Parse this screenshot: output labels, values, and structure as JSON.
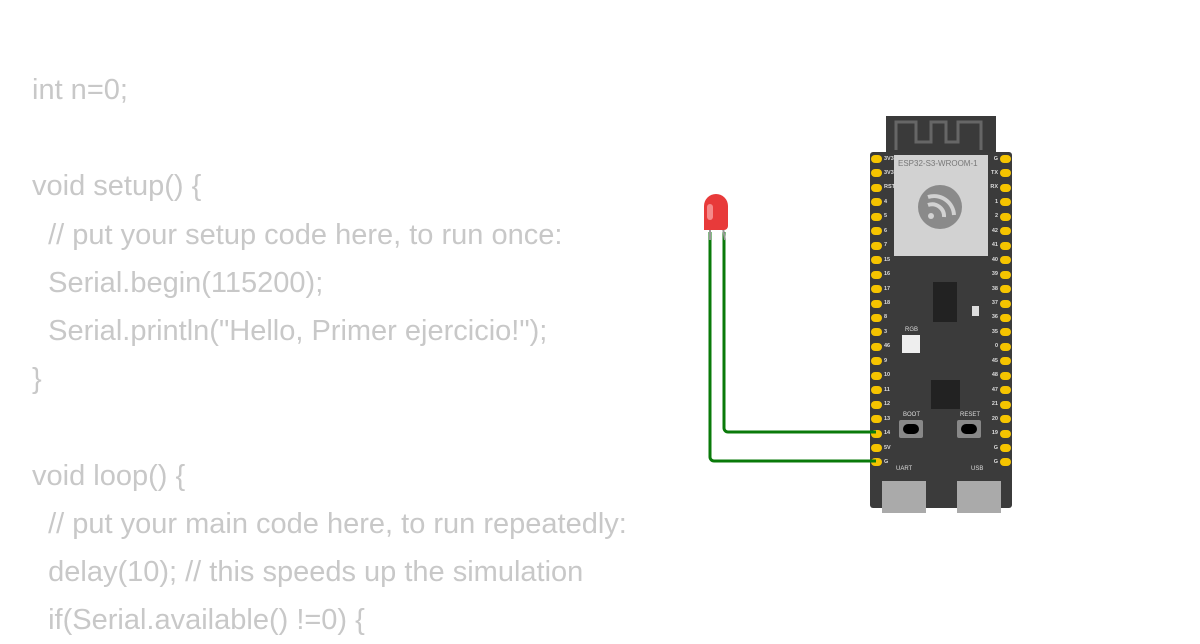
{
  "code": [
    "int n=0;",
    "",
    "void setup() {",
    "  // put your setup code here, to run once:",
    "  Serial.begin(115200);",
    "  Serial.println(\"Hello, Primer ejercicio!\");",
    "}",
    "",
    "void loop() {",
    "  // put your main code here, to run repeatedly:",
    "  delay(10); // this speeds up the simulation",
    "  if(Serial.available() !=0) {"
  ],
  "board": {
    "module_label": "ESP32-S3-WROOM-1",
    "logo": "espressif-icon",
    "left_pins": [
      "3V3",
      "3V3",
      "RST",
      "4",
      "5",
      "6",
      "7",
      "15",
      "16",
      "17",
      "18",
      "8",
      "3",
      "46",
      "9",
      "10",
      "11",
      "12",
      "13",
      "14",
      "5V",
      "G"
    ],
    "right_pins": [
      "G",
      "TX",
      "RX",
      "1",
      "2",
      "42",
      "41",
      "40",
      "39",
      "38",
      "37",
      "36",
      "35",
      "0",
      "45",
      "48",
      "47",
      "21",
      "20",
      "19",
      "G",
      "G"
    ],
    "rgb_label": "RGB",
    "boot_label": "BOOT",
    "reset_label": "RESET",
    "uart_label": "UART",
    "usb_label": "USB"
  },
  "colors": {
    "wire": "#0a7a0a",
    "led": "#e83a3a",
    "pin": "#f5c400"
  }
}
